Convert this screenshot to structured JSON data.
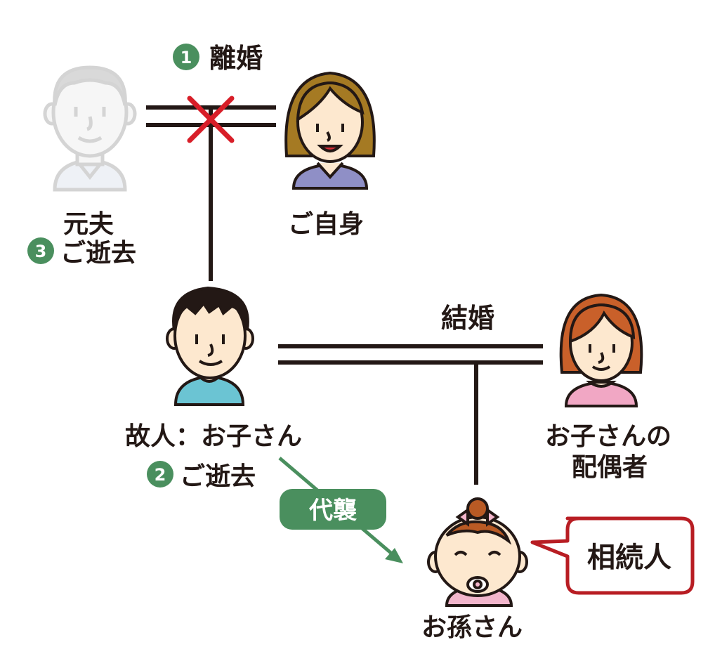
{
  "colors": {
    "line": "#231815",
    "green": "#4a8f5e",
    "red": "#d81e28",
    "dark_red": "#b81d23",
    "faded_person": "#cfcfcf",
    "self_shirt": "#8f8fc6",
    "self_hair": "#a57a23",
    "child_shirt": "#6bc4d3",
    "spouse_shirt": "#f1a7c4",
    "spouse_hair": "#c9602a",
    "grandchild_hair": "#b95a24",
    "grandchild_bib": "#f3b6cc",
    "skin": "#fde8cf"
  },
  "events": {
    "divorce": {
      "num": "1",
      "label": "離婚"
    },
    "marriage": {
      "label": "結婚"
    },
    "daishu": {
      "label": "代襲"
    }
  },
  "people": {
    "ex_husband": {
      "label": "元夫",
      "num": "3",
      "status": "ご逝去",
      "icon": "faded-man-icon"
    },
    "self": {
      "label": "ご自身",
      "icon": "woman-icon"
    },
    "deceased_child": {
      "label": "故人：お子さん",
      "num": "2",
      "status": "ご逝去",
      "icon": "boy-icon"
    },
    "child_spouse": {
      "label_line1": "お子さんの",
      "label_line2": "配偶者",
      "icon": "woman-icon"
    },
    "grandchild": {
      "label": "お孫さん",
      "icon": "baby-icon"
    }
  },
  "callout": {
    "label": "相続人"
  }
}
